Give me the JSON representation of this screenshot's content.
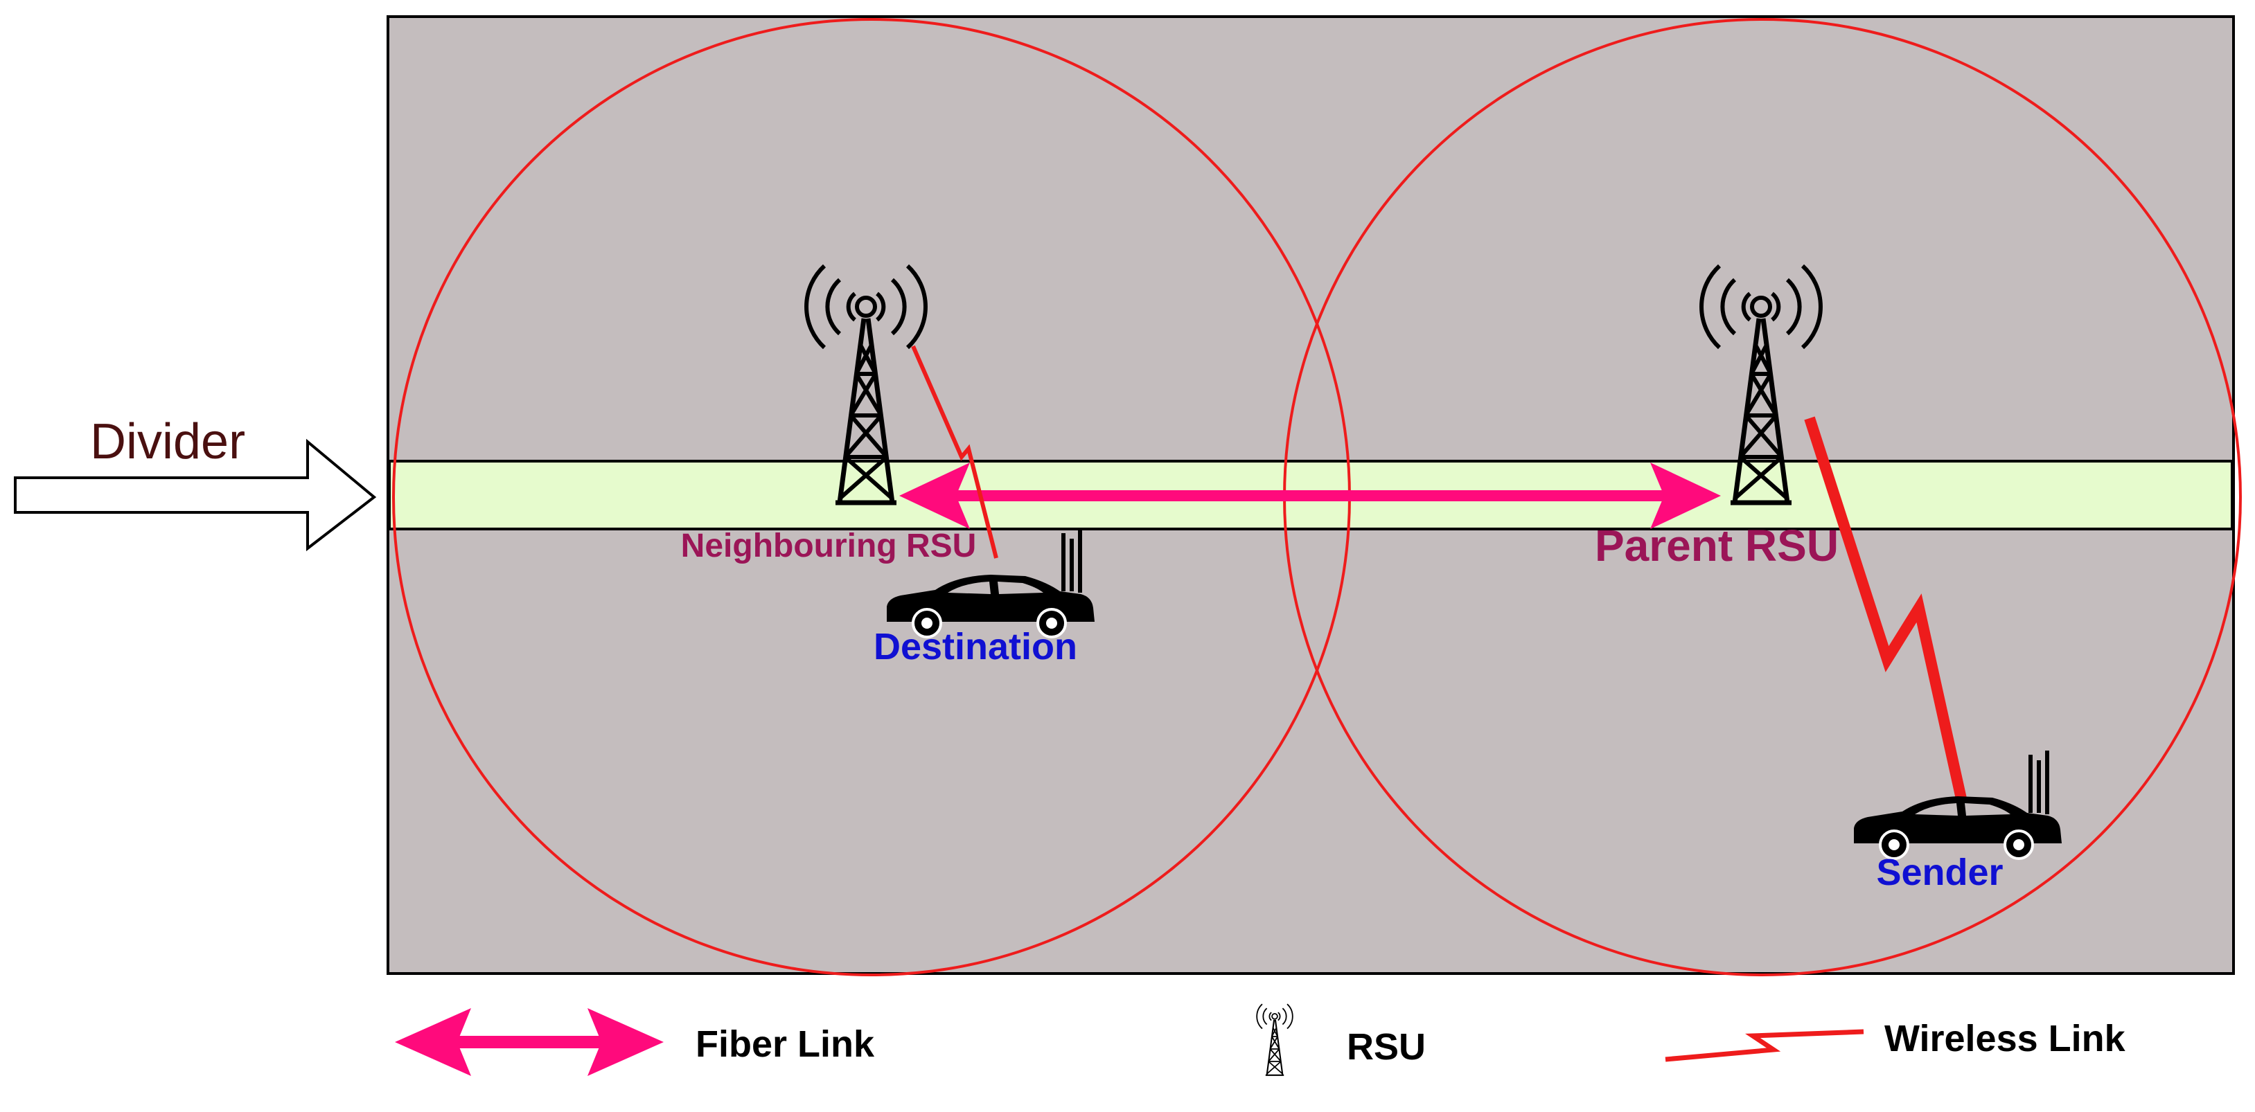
{
  "labels": {
    "divider": "Divider",
    "neighbouring_rsu": "Neighbouring RSU",
    "parent_rsu": "Parent RSU",
    "destination": "Destination",
    "sender": "Sender"
  },
  "legend": {
    "fiber_link": "Fiber Link",
    "rsu": "RSU",
    "wireless_link": "Wireless Link"
  },
  "colors": {
    "area_fill": "#c4bdbe",
    "road_fill": "#e6fbcd",
    "coverage_circle": "#ee1c1c",
    "fiber_link": "#ff0a7c",
    "wireless_link": "#ee1c1c",
    "rsu_label": "#9b1557",
    "vehicle_label": "#1010d2",
    "divider_label": "#4a1010"
  },
  "icons": {
    "tower": "rsu-tower-icon",
    "car": "car-icon"
  }
}
